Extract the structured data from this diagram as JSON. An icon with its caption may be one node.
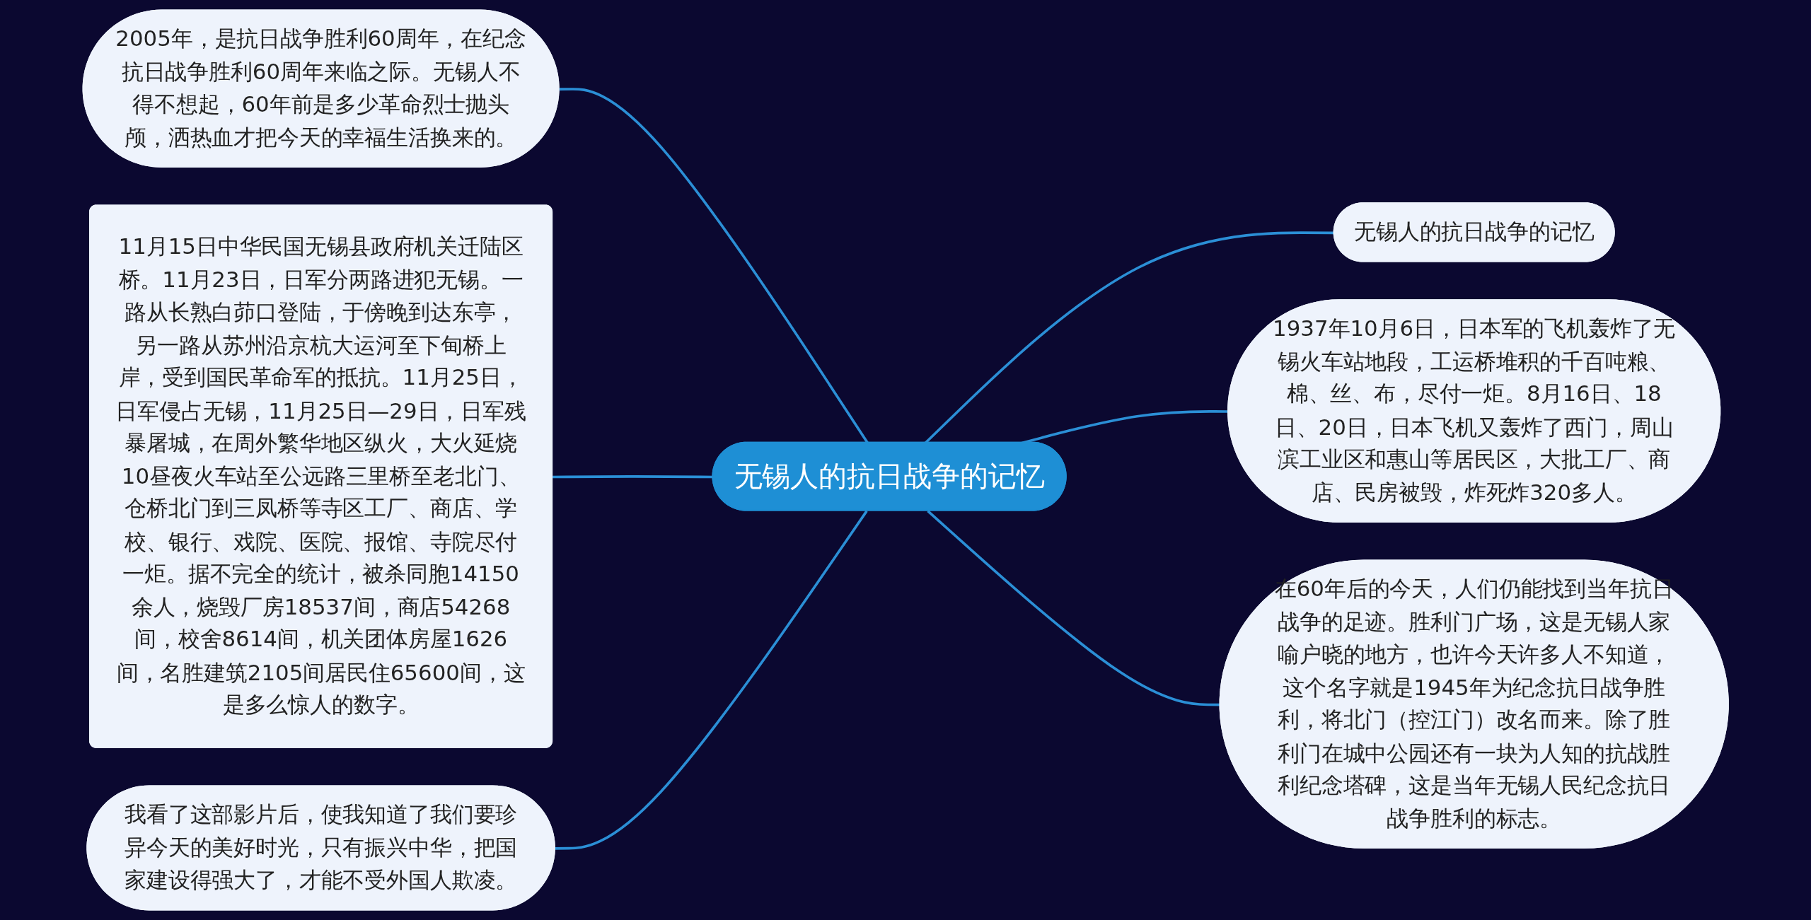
{
  "diagram": {
    "nodes": [
      {
        "text": [
          "无锡人的抗日战争的记忆"
        ]
      },
      {
        "text": [
          "2005年，是抗日战争胜利60周年，在纪念抗日战争胜利60周年来临之际。无锡人不得不想起，60年前是多少革命烈士抛头颅，洒热血才把今天的幸福生活换来的。"
        ]
      },
      {
        "text": [
          "11月15日中华民国无锡县政府机关迁陆区桥。11月23日，日军分两路进犯无锡。一路从长熟白茆口登陆，于傍晚到达东亭，另一路从苏州沿京杭大运河至下甸桥上岸，受到国民革命军的抵抗。11月25日，日军侵占无锡，11月25日—29日，日军残暴屠城，在周外繁华地区纵火，大火延烧10昼夜火车站至公远路三里桥至老北门、仓桥北门到三凤桥等寺区工厂、商店、学校、银行、戏院、医院、报馆、寺院尽付一炬。据不完全的统计，被杀同胞14150余人，烧毁厂房18537间，商店54268间，校舍8614间，机关团体房屋1626间，名胜建筑2105间居民住65600间，这是多么惊人的数字。"
        ]
      },
      {
        "text": [
          "我看了这部影片后，使我知道了我们要珍异今天的美好时光，只有振兴中华，把国家建设得强大了，才能不受外国人欺凌。"
        ]
      },
      {
        "text": [
          "无锡人的抗日战争的记忆"
        ]
      },
      {
        "text": [
          "1937年10月6日，日本军的飞机轰炸了无锡火车站地段，工运桥堆积的千百吨粮、棉、丝、布，尽付一炬。8月16日、18日、20日，日本飞机又轰炸了西门，周山滨工业区和惠山等居民区，大批工厂、商店、民房被毁，炸死炸320多人。"
        ]
      },
      {
        "text": [
          "在60年后的今天，人们仍能找到当年抗日战争的足迹。胜利门广场，这是无锡人家喻户晓的地方，也许今天许多人不知道，这个名字就是1945年为纪念抗日战争胜利，将北门（控江门）改名而来。除了胜利门在城中公园还有一块为人知的抗战胜利纪念塔碑，这是当年无锡人民纪念抗日战争胜利的标志。"
        ]
      }
    ],
    "edges": [
      {
        "from": 1,
        "to": 0,
        "arrow": "none"
      },
      {
        "from": 2,
        "to": 0,
        "arrow": "none"
      },
      {
        "from": 3,
        "to": 0,
        "arrow": "none"
      },
      {
        "from": 0,
        "to": 4,
        "arrow": "none"
      },
      {
        "from": 0,
        "to": 5,
        "arrow": "none"
      },
      {
        "from": 0,
        "to": 6,
        "arrow": "none"
      }
    ]
  }
}
